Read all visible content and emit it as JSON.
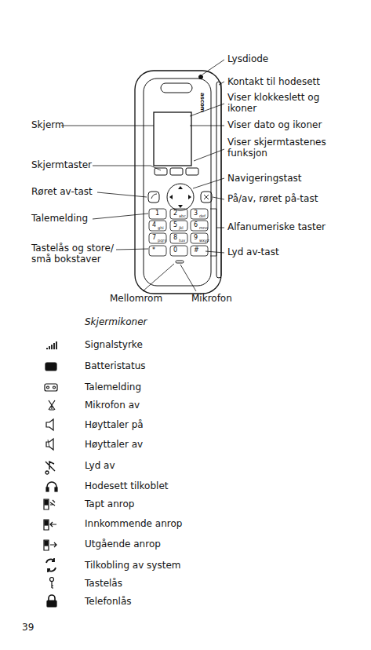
{
  "diagram": {
    "labels": [
      "Lysdiode",
      "Kontakt til hodesett",
      "Viser klokkeslett og ikoner",
      "Skjerm",
      "Viser dato og ikoner",
      "Viser skjermtastenes funksjon",
      "Skjermtaster",
      "Navigeringstast",
      "Røret av-tast",
      "På/av, røret på-tast",
      "Talemelding",
      "Alfanumeriske taster",
      "Tastelås og store/ små bokstaver",
      "Lyd av-tast",
      "Mellomrom",
      "Mikrofon",
      "ascom",
      "1",
      "2",
      "abc",
      "3",
      "def",
      "4",
      "ghi",
      "5",
      "jkl",
      "6",
      "mno",
      "7",
      "pqrs",
      "8",
      "tuv",
      "9",
      "wxyz",
      "*",
      "0",
      "#",
      "Skjermikoner",
      "Signalstyrke",
      "Batteristatus",
      "Talemelding",
      "Mikrofon av",
      "Høyttaler på",
      "Høyttaler av",
      "Lyd av",
      "Hodesett tilkoblet",
      "Tapt anrop",
      "Innkommende anrop",
      "Utgående anrop",
      "Tilkobling av system",
      "Tastelås",
      "Telefonlås",
      "39"
    ]
  }
}
